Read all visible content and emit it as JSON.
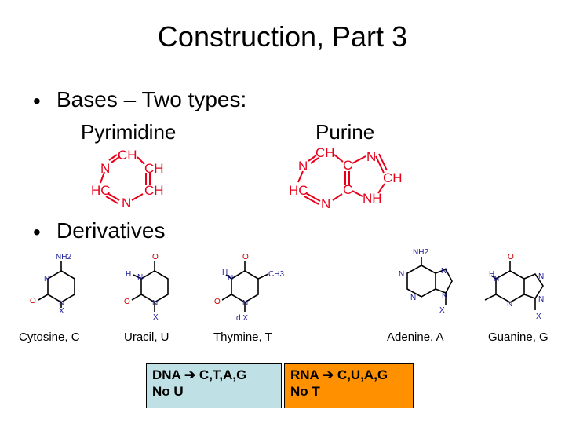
{
  "title": "Construction, Part 3",
  "bases": {
    "bullet": "•",
    "heading": "Bases – Two types:",
    "pyrimidine": "Pyrimidine",
    "purine": "Purine"
  },
  "derivatives": {
    "bullet": "•",
    "heading": "Derivatives",
    "cytosine": "Cytosine, C",
    "uracil": "Uracil, U",
    "thymine": "Thymine, T",
    "adenine": "Adenine, A",
    "guanine": "Guanine, G"
  },
  "boxes": {
    "dna_prefix": "DNA",
    "dna_letters": "C,T,A,G",
    "dna_note": "No U",
    "rna_prefix": "RNA",
    "rna_letters": "C,U,A,G",
    "rna_note": "No T",
    "arrow": "➔"
  },
  "atoms": {
    "ch": "CH",
    "hc": "HC",
    "n": "N",
    "c": "C",
    "nh": "NH",
    "nh2": "NH2",
    "o": "O",
    "x": "X",
    "h": "H",
    "ch3": "CH3",
    "dx": "d X"
  },
  "colors": {
    "structure_red": "#e8001a",
    "dna_box": "#bfe0e4",
    "rna_box": "#ff9100"
  }
}
